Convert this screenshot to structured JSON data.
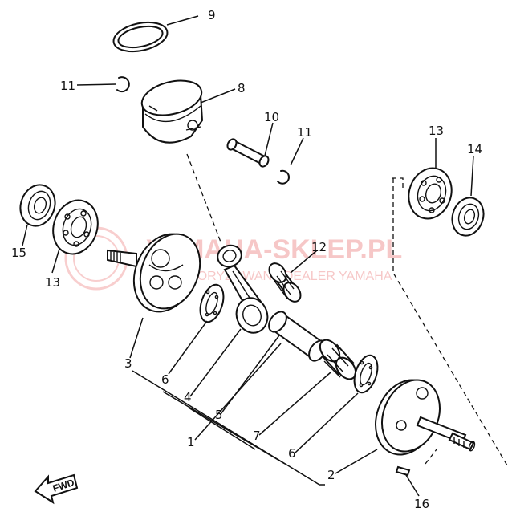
{
  "watermark": {
    "title": "YAMAHA-SKLEP.PL",
    "subtitle": "AUTORYZOWANY DEALER YAMAHA",
    "color": "#e23b3b"
  },
  "fwd_label": "FWD",
  "callouts": [
    {
      "id": "label-1",
      "text": "1"
    },
    {
      "id": "label-2",
      "text": "2"
    },
    {
      "id": "label-3",
      "text": "3"
    },
    {
      "id": "label-4",
      "text": "4"
    },
    {
      "id": "label-5",
      "text": "5"
    },
    {
      "id": "label-6a",
      "text": "6"
    },
    {
      "id": "label-6b",
      "text": "6"
    },
    {
      "id": "label-7",
      "text": "7"
    },
    {
      "id": "label-8",
      "text": "8"
    },
    {
      "id": "label-9",
      "text": "9"
    },
    {
      "id": "label-10",
      "text": "10"
    },
    {
      "id": "label-11a",
      "text": "11"
    },
    {
      "id": "label-11b",
      "text": "11"
    },
    {
      "id": "label-12",
      "text": "12"
    },
    {
      "id": "label-13a",
      "text": "13"
    },
    {
      "id": "label-13b",
      "text": "13"
    },
    {
      "id": "label-14",
      "text": "14"
    },
    {
      "id": "label-15",
      "text": "15"
    },
    {
      "id": "label-16",
      "text": "16"
    }
  ]
}
